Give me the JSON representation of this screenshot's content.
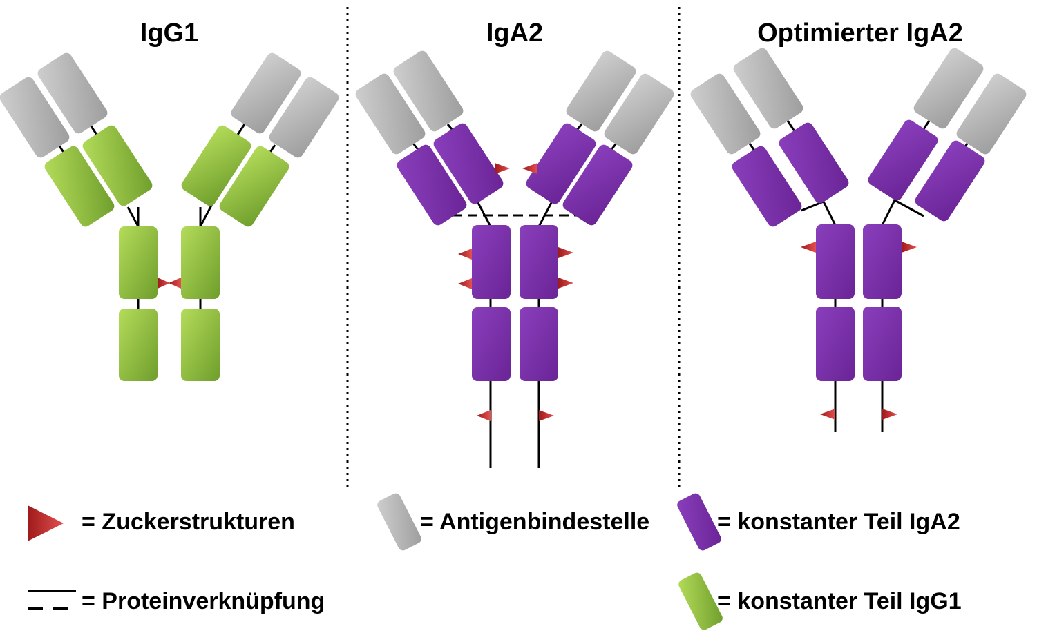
{
  "panels": [
    {
      "title": "IgG1"
    },
    {
      "title": "IgA2"
    },
    {
      "title": "Optimierter IgA2"
    }
  ],
  "legend": {
    "sugar": "= Zuckerstrukturen",
    "antigen": "= Antigenbindestelle",
    "iga2_constant": "= konstanter Teil IgA2",
    "linkage": "= Proteinverknüpfung",
    "igg1_constant": "= konstanter Teil IgG1"
  },
  "colors": {
    "grey": "#b4b4b4",
    "green": "#8cc63f",
    "purple": "#7a2fa8",
    "sugar": "#d33a3a",
    "separator": "#000000"
  }
}
